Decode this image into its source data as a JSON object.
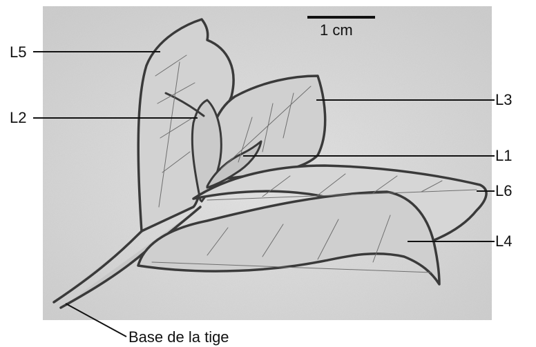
{
  "scale_bar": {
    "label": "1 cm"
  },
  "labels": {
    "L5": "L5",
    "L2": "L2",
    "L3": "L3",
    "L1": "L1",
    "L6": "L6",
    "L4": "L4",
    "base": "Base de la tige"
  },
  "colors": {
    "paper": "#d9d9d9",
    "pencil": "#3a3a3a",
    "label_text": "#111111"
  }
}
